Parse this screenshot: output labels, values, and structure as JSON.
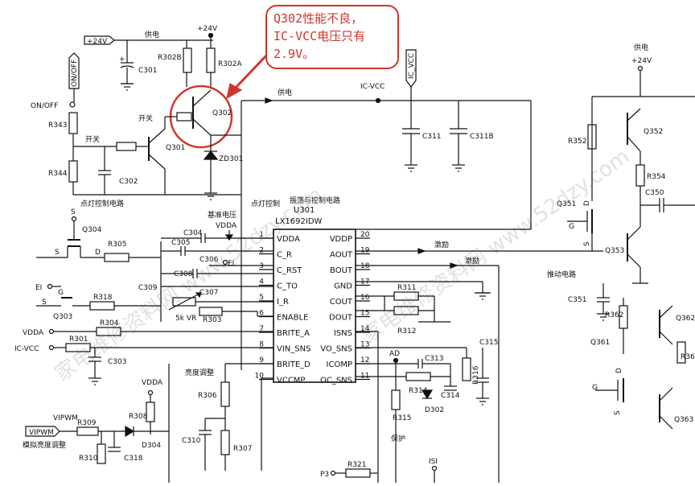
{
  "callout": {
    "line1": "Q302性能不良，",
    "line2": "IC-VCC电压只有",
    "line3": "2.9V。",
    "color": "#d0342c"
  },
  "ic": {
    "name": "U301",
    "part": "LX1692IDW",
    "title": "振荡与控制电路",
    "left_pins": [
      {
        "num": "1",
        "name": "VDDA"
      },
      {
        "num": "2",
        "name": "C_R"
      },
      {
        "num": "3",
        "name": "C_RST"
      },
      {
        "num": "4",
        "name": "C_TO"
      },
      {
        "num": "5",
        "name": "I_R"
      },
      {
        "num": "6",
        "name": "ENABLE"
      },
      {
        "num": "7",
        "name": "BRITE_A"
      },
      {
        "num": "8",
        "name": "VIN_SNS"
      },
      {
        "num": "9",
        "name": "BRITE_D"
      },
      {
        "num": "10",
        "name": "VCCMP"
      }
    ],
    "right_pins": [
      {
        "num": "20",
        "name": "VDDP"
      },
      {
        "num": "19",
        "name": "AOUT"
      },
      {
        "num": "18",
        "name": "BOUT"
      },
      {
        "num": "17",
        "name": "GND"
      },
      {
        "num": "16",
        "name": "COUT"
      },
      {
        "num": "15",
        "name": "DOUT"
      },
      {
        "num": "14",
        "name": "ISNS"
      },
      {
        "num": "13",
        "name": "VO_SNS"
      },
      {
        "num": "12",
        "name": "ICOMP"
      },
      {
        "num": "11",
        "name": "OC_SNS"
      }
    ]
  },
  "nets": {
    "p24v_left": "+24V",
    "p24v_top": "+24V",
    "p24v_right": "+24V",
    "onoff_flag": "ON/OFF",
    "onoff": "ON/OFF",
    "ic_vcc_top": "IC-VCC",
    "ic_vcc_flag": "IC_VCC",
    "ic_vcc_left": "IC-VCC",
    "vdda_left": "VDDA",
    "vdda_ref": "VDDA",
    "vdda_bottom": "VDDA",
    "vipwm_flag": "VIPWM",
    "vipwm": "VIPWM",
    "ei_1": "EI",
    "ei_2": "EI",
    "p3": "P3",
    "isi": "ISI",
    "ad": "AD"
  },
  "labels": {
    "supply_1": "供电",
    "supply_2": "供电",
    "supply_3": "供电",
    "switch_1": "开关",
    "switch_2": "开关",
    "light_ctrl_circuit": "点灯控制电路",
    "light_ctrl": "点灯控制",
    "ref_voltage": "基准电压",
    "excite_1": "激励",
    "excite_2": "激励",
    "drive_circuit": "推动电路",
    "brightness_adj": "亮度调整",
    "analog_brightness": "模拟亮度调整",
    "protect": "保护",
    "vr": "5k VR"
  },
  "components": {
    "r": [
      "R302B",
      "R302A",
      "R343",
      "R344",
      "R305",
      "R318",
      "R304",
      "R301",
      "R303",
      "R306",
      "R307",
      "R308",
      "R309",
      "R310",
      "R311",
      "R312",
      "R314",
      "R315",
      "R316",
      "R321",
      "R352",
      "R354",
      "R362",
      "R36"
    ],
    "c": [
      "C301",
      "C302",
      "C304",
      "C305",
      "C306",
      "C307",
      "C308",
      "C309",
      "C303",
      "C310",
      "C318",
      "C311",
      "C311B",
      "C313",
      "C314",
      "C315",
      "C350",
      "C351"
    ],
    "q": [
      "Q302",
      "Q301",
      "Q304",
      "Q303",
      "Q352",
      "Q351",
      "Q353",
      "Q361",
      "Q362",
      "Q363"
    ],
    "d": [
      "ZD301",
      "D302",
      "D304"
    ]
  },
  "pin_letters": {
    "s": "S",
    "d": "D",
    "g": "G"
  },
  "watermark": "家电维修资料网 www.52dzy.com"
}
